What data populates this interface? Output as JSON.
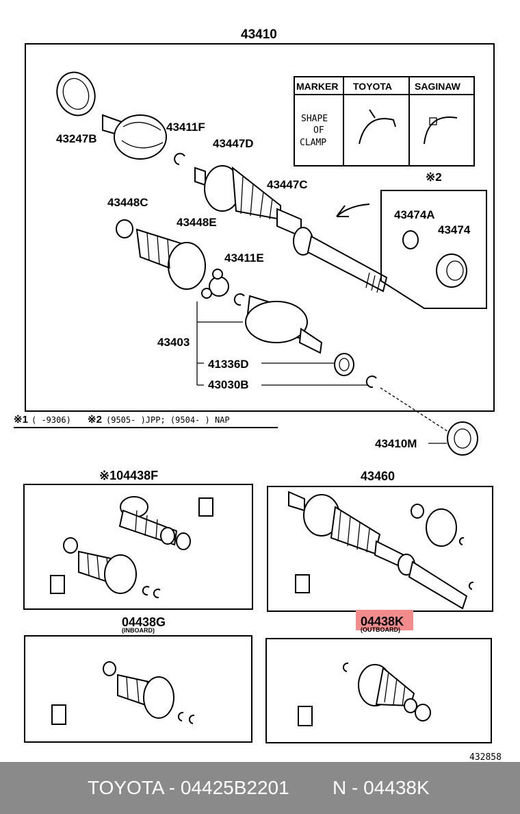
{
  "main_assembly": {
    "label": "43410",
    "parts": {
      "p43247B": "43247B",
      "p43411F": "43411F",
      "p43447D": "43447D",
      "p43447C": "43447C",
      "p43448C": "43448C",
      "p43448E": "43448E",
      "p43411E": "43411E",
      "p43403": "43403",
      "p41336D": "41336D",
      "p43030B": "43030B",
      "p43410M": "43410M"
    },
    "marker_table": {
      "col_marker": "MARKER",
      "col_toyota": "TOYOTA",
      "col_saginaw": "SAGINAW",
      "row_l1": "SHAPE",
      "row_l2": "OF",
      "row_l3": "CLAMP"
    },
    "inset": {
      "label": "※2",
      "p43474A": "43474A",
      "p43474": "43474"
    },
    "notes": {
      "n1_mark": "※1",
      "n1_text": "(    -9306)",
      "n2_mark": "※2",
      "n2_text": "(9505-        )JPP; (9504-        ) NAP"
    }
  },
  "kits": {
    "k04438F": "※104438F",
    "k43460": "43460",
    "k04438G": "04438G",
    "k04438G_sub": "(INBOARD)",
    "k04438K": "04438K",
    "k04438K_sub": "(OUTBOARD)"
  },
  "drawing_number": "432858",
  "highlight_color": "#f28b8b",
  "footer": {
    "left": "TOYOTA - 04425B2201",
    "right": "N - 04438K"
  }
}
